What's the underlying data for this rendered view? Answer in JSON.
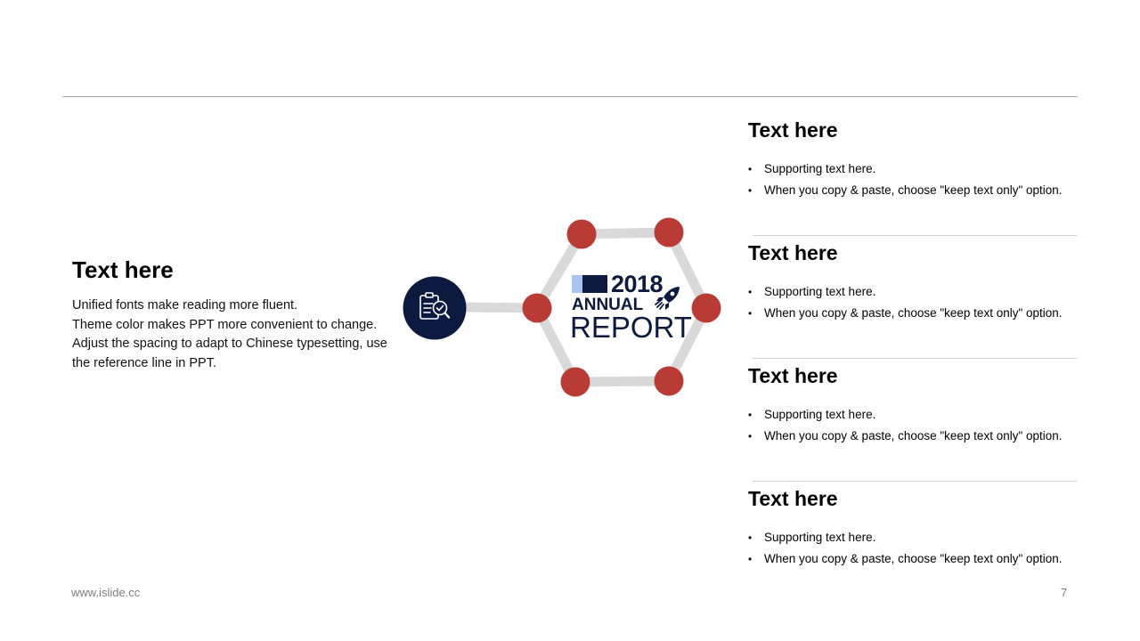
{
  "left": {
    "title": "Text here",
    "lines": [
      "Unified fonts make reading more fluent.",
      "Theme color makes PPT more convenient to change.",
      "Adjust the spacing to adapt to Chinese typesetting, use",
      "the reference line in PPT."
    ]
  },
  "logo": {
    "year": "2018",
    "annual": "ANNUAL",
    "report": "REPORT",
    "icon": "rocket-icon"
  },
  "hub_icon": "clipboard-search-icon",
  "items": [
    {
      "title": "Text here",
      "bullets": [
        "Supporting text here.",
        "When you copy & paste, choose \"keep text only\" option."
      ]
    },
    {
      "title": "Text here",
      "bullets": [
        "Supporting text here.",
        "When you copy & paste, choose \"keep text only\" option."
      ]
    },
    {
      "title": "Text here",
      "bullets": [
        "Supporting text here.",
        "When you copy & paste, choose \"keep text only\" option."
      ]
    },
    {
      "title": "Text here",
      "bullets": [
        "Supporting text here.",
        "When you copy & paste, choose \"keep text only\" option."
      ]
    }
  ],
  "footer": {
    "url": "www.islide.cc",
    "page": "7"
  },
  "colors": {
    "node": "#b83b35",
    "hub": "#0b1a3e",
    "ring": "#d9d9d9",
    "accent_light": "#a9c4ef"
  }
}
